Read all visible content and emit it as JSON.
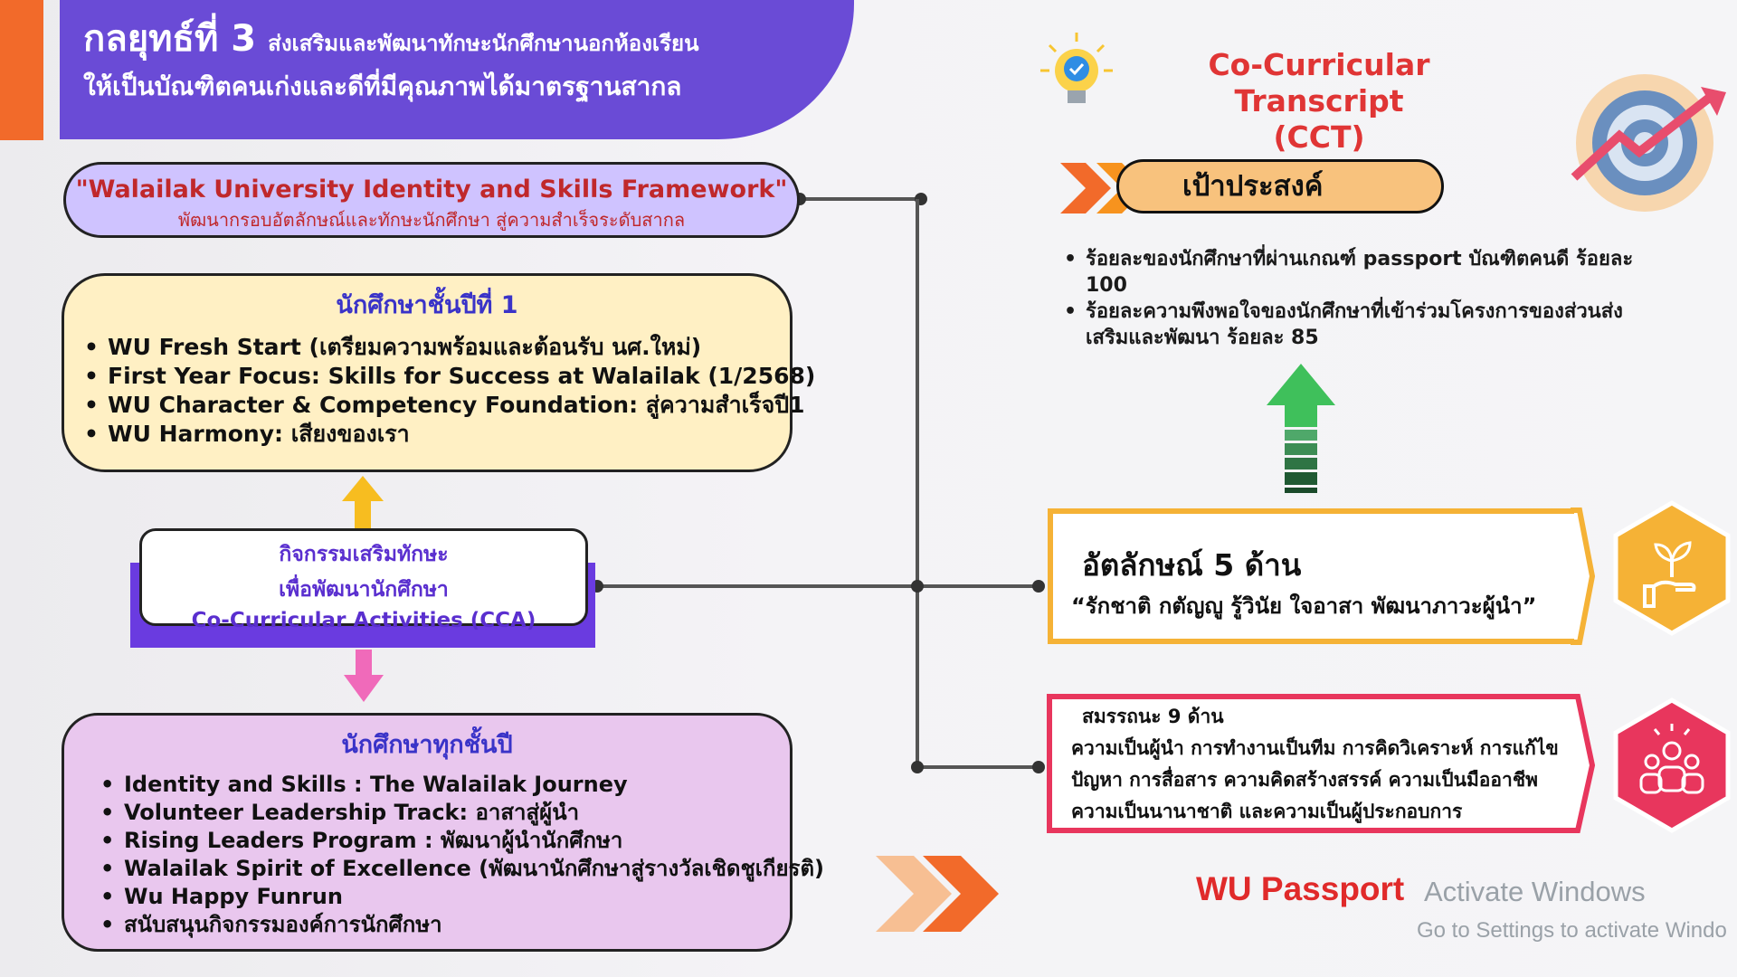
{
  "header": {
    "strategy": "กลยุทธ์ที่ 3",
    "subtitle_line1": "ส่งเสริมและพัฒนาทักษะนักศึกษานอกห้องเรียน",
    "subtitle_line2": "ให้เป็นบัณฑิตคนเก่งและดีที่มีคุณภาพได้มาตรฐานสากล"
  },
  "framework": {
    "title": "\"Walailak University Identity and Skills Framework\"",
    "subtitle": "พัฒนากรอบอัตลักษณ์และทักษะนักศึกษา สู่ความสำเร็จระดับสากล"
  },
  "year1": {
    "heading": "นักศึกษาชั้นปีที่ 1",
    "items": [
      "WU Fresh Start (เตรียมความพร้อมและต้อนรับ นศ.ใหม่)",
      "First Year Focus: Skills for Success at Walailak (1/2568)",
      "WU Character & Competency Foundation: สู่ความสำเร็จปี1",
      "WU Harmony: เสียงของเรา"
    ]
  },
  "cca": {
    "line1": "กิจกรรมเสริมทักษะ",
    "line2": "เพื่อพัฒนานักศึกษา",
    "line3": "Co-Curricular Activities (CCA)"
  },
  "all_years": {
    "heading": "นักศึกษาทุกชั้นปี",
    "items": [
      "Identity and Skills : The Walailak Journey",
      "Volunteer Leadership Track: อาสาสู่ผู้นำ",
      "Rising Leaders Program : พัฒนาผู้นำนักศึกษา",
      "Walailak Spirit of Excellence (พัฒนานักศึกษาสู่รางวัลเชิดชูเกียรติ)",
      "Wu Happy Funrun",
      "สนับสนุนกิจกรรมองค์การนักศึกษา"
    ]
  },
  "cct": {
    "title_line1": "Co-Curricular Transcript",
    "title_line2": "(CCT)"
  },
  "goal": {
    "label": "เป้าประสงค์",
    "items": [
      "ร้อยละของนักศึกษาที่ผ่านเกณฑ์ passport บัณฑิตคนดี ร้อยละ 100",
      "ร้อยละความพึงพอใจของนักศึกษาที่เข้าร่วมโครงการของส่วนส่งเสริมและพัฒนา ร้อยละ 85"
    ]
  },
  "identity": {
    "title": "อัตลักษณ์ 5 ด้าน",
    "subtitle": "“รักชาติ กตัญญู รู้วินัย ใจอาสา พัฒนาภาวะผู้นำ”"
  },
  "competency": {
    "title": "สมรรถนะ 9 ด้าน",
    "text": "ความเป็นผู้นำ การทำงานเป็นทีม การคิดวิเคราะห์ การแก้ไขปัญหา การสื่อสาร ความคิดสร้างสรรค์ ความเป็นมืออาชีพ ความเป็นนานาชาติ และความเป็นผู้ประกอบการ"
  },
  "passport": {
    "label": "WU Passport"
  },
  "watermark": {
    "line1": "Activate Windows",
    "line2": "Go to Settings to activate Windo"
  },
  "icons": {
    "lightbulb": "lightbulb-check-icon",
    "target": "target-growth-icon",
    "plant": "hand-plant-icon",
    "team": "team-people-icon",
    "chevrons": "double-chevron-icon"
  },
  "colors": {
    "header_purple": "#6a4bd6",
    "accent_orange": "#f26a2a",
    "identity_gold": "#f5b236",
    "competency_red": "#e8365d",
    "passport_red": "#e02a2a"
  }
}
